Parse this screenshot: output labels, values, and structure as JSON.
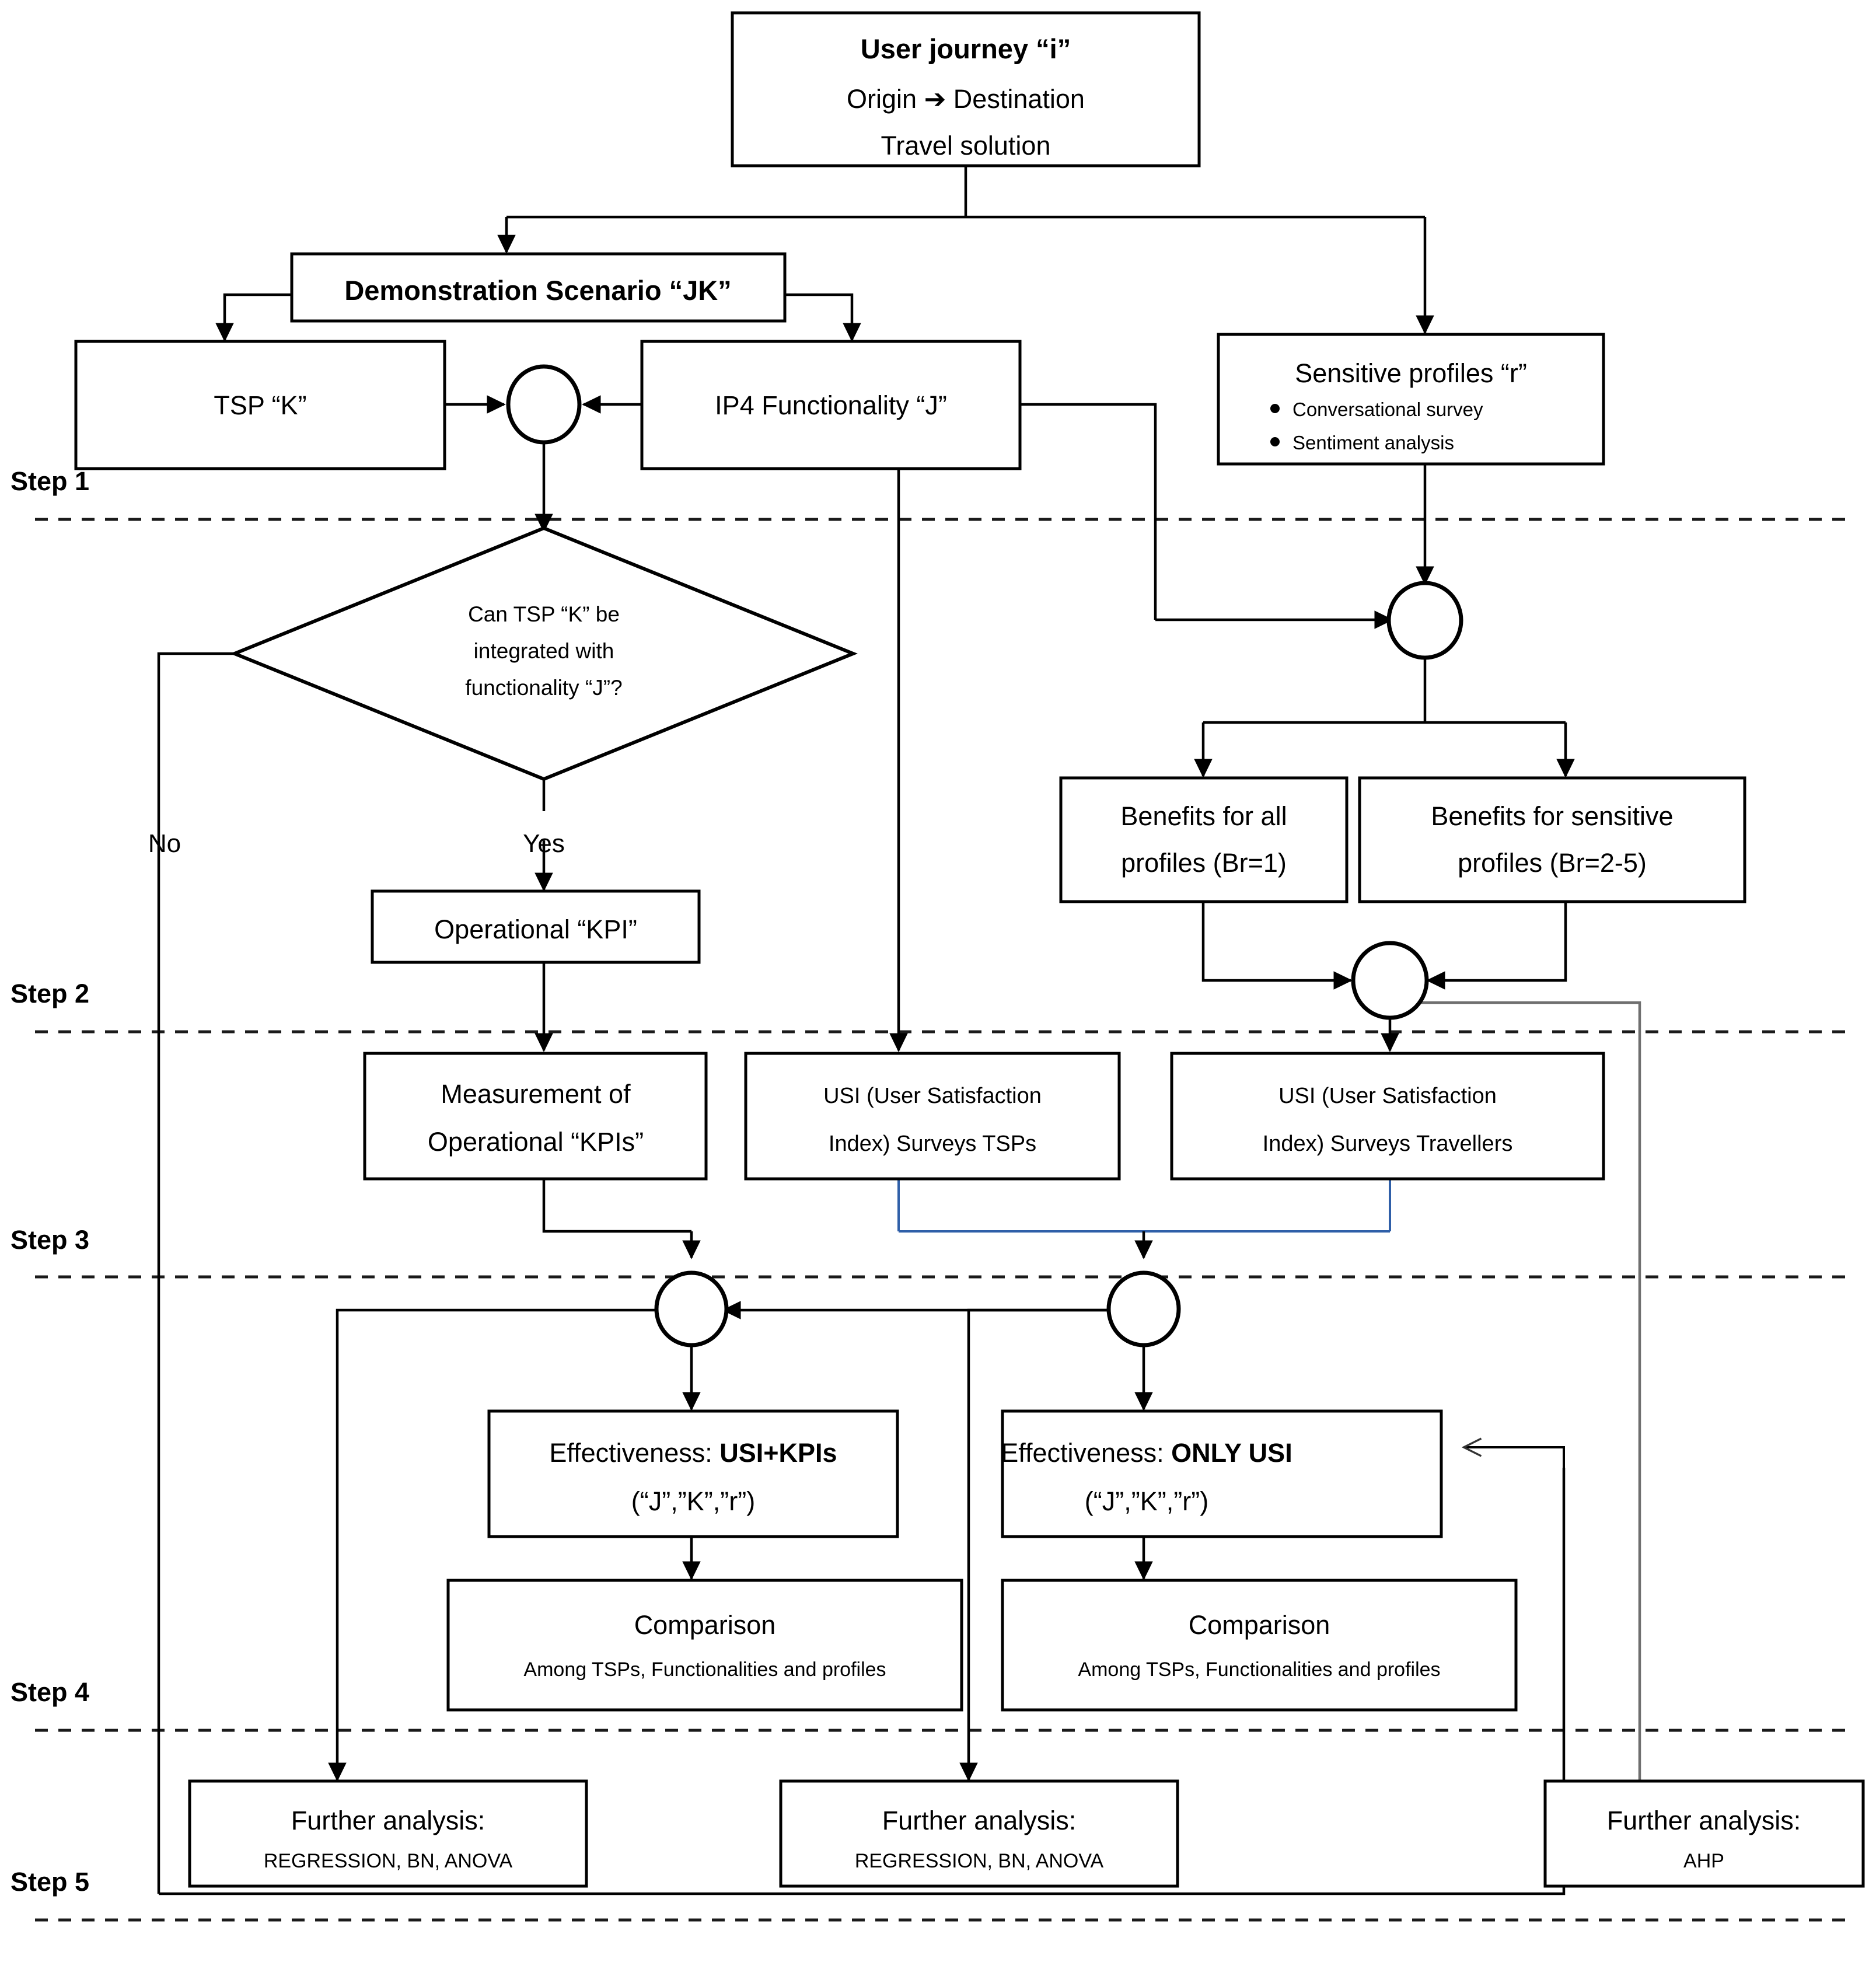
{
  "diagram": {
    "title": "Methodology flowchart for evaluating IP4 functionalities across user journeys",
    "steps": [
      {
        "id": "step1",
        "label": "Step 1"
      },
      {
        "id": "step2",
        "label": "Step 2"
      },
      {
        "id": "step3",
        "label": "Step 3"
      },
      {
        "id": "step4",
        "label": "Step 4"
      },
      {
        "id": "step5",
        "label": "Step 5"
      }
    ],
    "nodes": {
      "user_journey": {
        "title": "User journey “i”",
        "line2": "Origin ➔ Destination",
        "line3": "Travel solution"
      },
      "demo_scenario": {
        "title": "Demonstration Scenario “JK”"
      },
      "tsp": {
        "title": "TSP “K”"
      },
      "ip4": {
        "title": "IP4 Functionality “J”"
      },
      "sensitive_profiles": {
        "title": "Sensitive profiles “r”",
        "bullets": [
          "Conversational survey",
          "Sentiment analysis"
        ]
      },
      "decision": {
        "line1": "Can TSP “K” be",
        "line2": "integrated with",
        "line3": "functionality “J”?"
      },
      "branch_no": {
        "label": "No"
      },
      "branch_yes": {
        "label": "Yes"
      },
      "operational_kpi": {
        "title": "Operational “KPI”"
      },
      "benefits_all": {
        "line1": "Benefits for all",
        "line2": "profiles (Br=1)"
      },
      "benefits_sensitive": {
        "line1": "Benefits for sensitive",
        "line2": "profiles (Br=2-5)"
      },
      "measurement_kpis": {
        "line1": "Measurement of",
        "line2": "Operational “KPIs”"
      },
      "usi_tsps": {
        "line1": "USI (User Satisfaction",
        "line2": "Index) Surveys TSPs"
      },
      "usi_travellers": {
        "line1": "USI (User Satisfaction",
        "line2": "Index) Surveys Travellers"
      },
      "effectiveness_usi_kpis": {
        "prefix": "Effectiveness: ",
        "emphasis": "USI+KPIs",
        "line2": "(“J”,”K”,”r”)"
      },
      "effectiveness_only_usi": {
        "prefix": "Effectiveness: ",
        "emphasis": "ONLY USI",
        "line2": "(“J”,”K”,”r”)"
      },
      "comparison_left": {
        "line1": "Comparison",
        "line2": "Among TSPs, Functionalities and profiles"
      },
      "comparison_right": {
        "line1": "Comparison",
        "line2": "Among TSPs, Functionalities and profiles"
      },
      "further_left": {
        "line1": "Further analysis:",
        "line2": "REGRESSION, BN, ANOVA"
      },
      "further_mid": {
        "line1": "Further analysis:",
        "line2": "REGRESSION, BN, ANOVA"
      },
      "further_right": {
        "line1": "Further analysis:",
        "line2": "AHP"
      }
    },
    "colors": {
      "stroke": "#000000",
      "background": "#ffffff",
      "accent_blue": "#2f5fa8",
      "grey_line": "#6f6f6f"
    }
  }
}
